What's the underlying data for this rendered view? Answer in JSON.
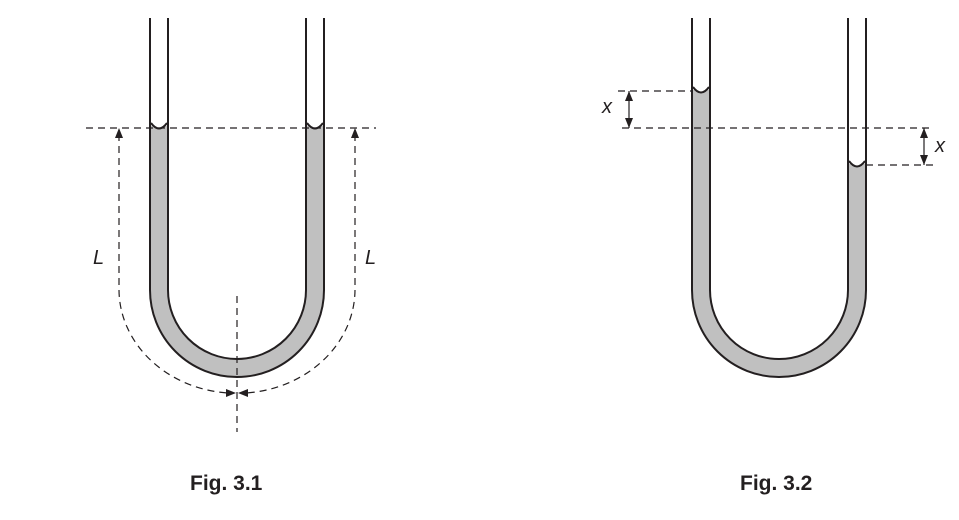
{
  "figures": [
    {
      "caption": "Fig. 3.1",
      "labels": {
        "left_length": "L",
        "right_length": "L"
      }
    },
    {
      "caption": "Fig. 3.2",
      "labels": {
        "left_displacement": "x",
        "right_displacement": "x"
      }
    }
  ],
  "colors": {
    "liquid": "#c0c0c0",
    "line": "#231f20",
    "background": "#ffffff"
  }
}
